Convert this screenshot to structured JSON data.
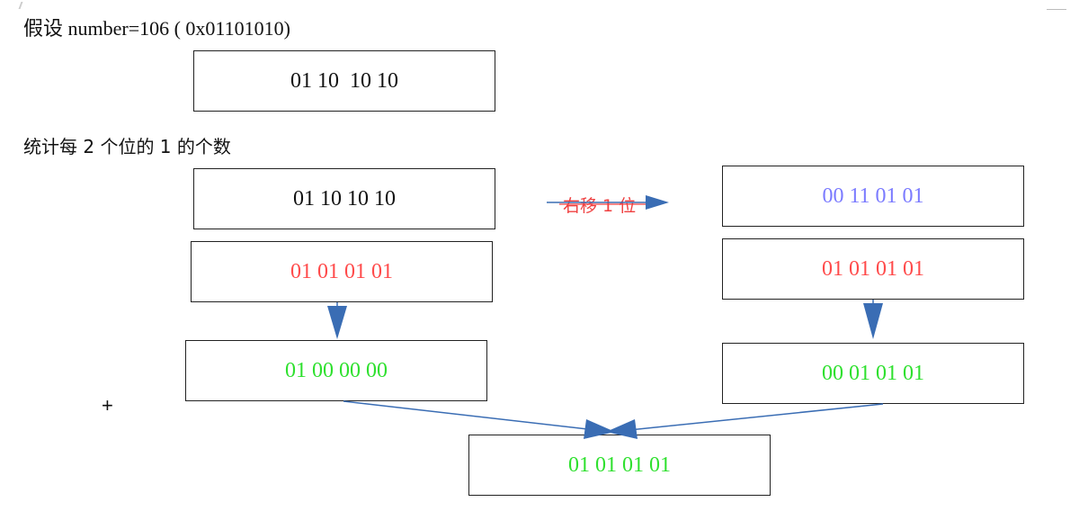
{
  "header": {
    "title": "假设 number=106 ( 0x01101010)",
    "subtitle": "统计每 2 个位的 1 的个数"
  },
  "boxes": {
    "original": "01 10  10 10",
    "left_top": "01 10 10 10",
    "left_mask": "01 01 01 01",
    "left_result": "01 00 00 00",
    "right_shifted": "00 11 01 01",
    "right_mask": "01 01 01 01",
    "right_result": "00 01 01 01",
    "sum_result": "01 01 01 01"
  },
  "shift_label": "右移 1 位",
  "plus_sign": "+",
  "colors": {
    "black": "#111111",
    "red": "#ff4a4a",
    "green": "#2ee02e",
    "blue_text": "#7b7bff",
    "arrow_blue": "#3a6db4",
    "shift_red": "#f04040"
  }
}
